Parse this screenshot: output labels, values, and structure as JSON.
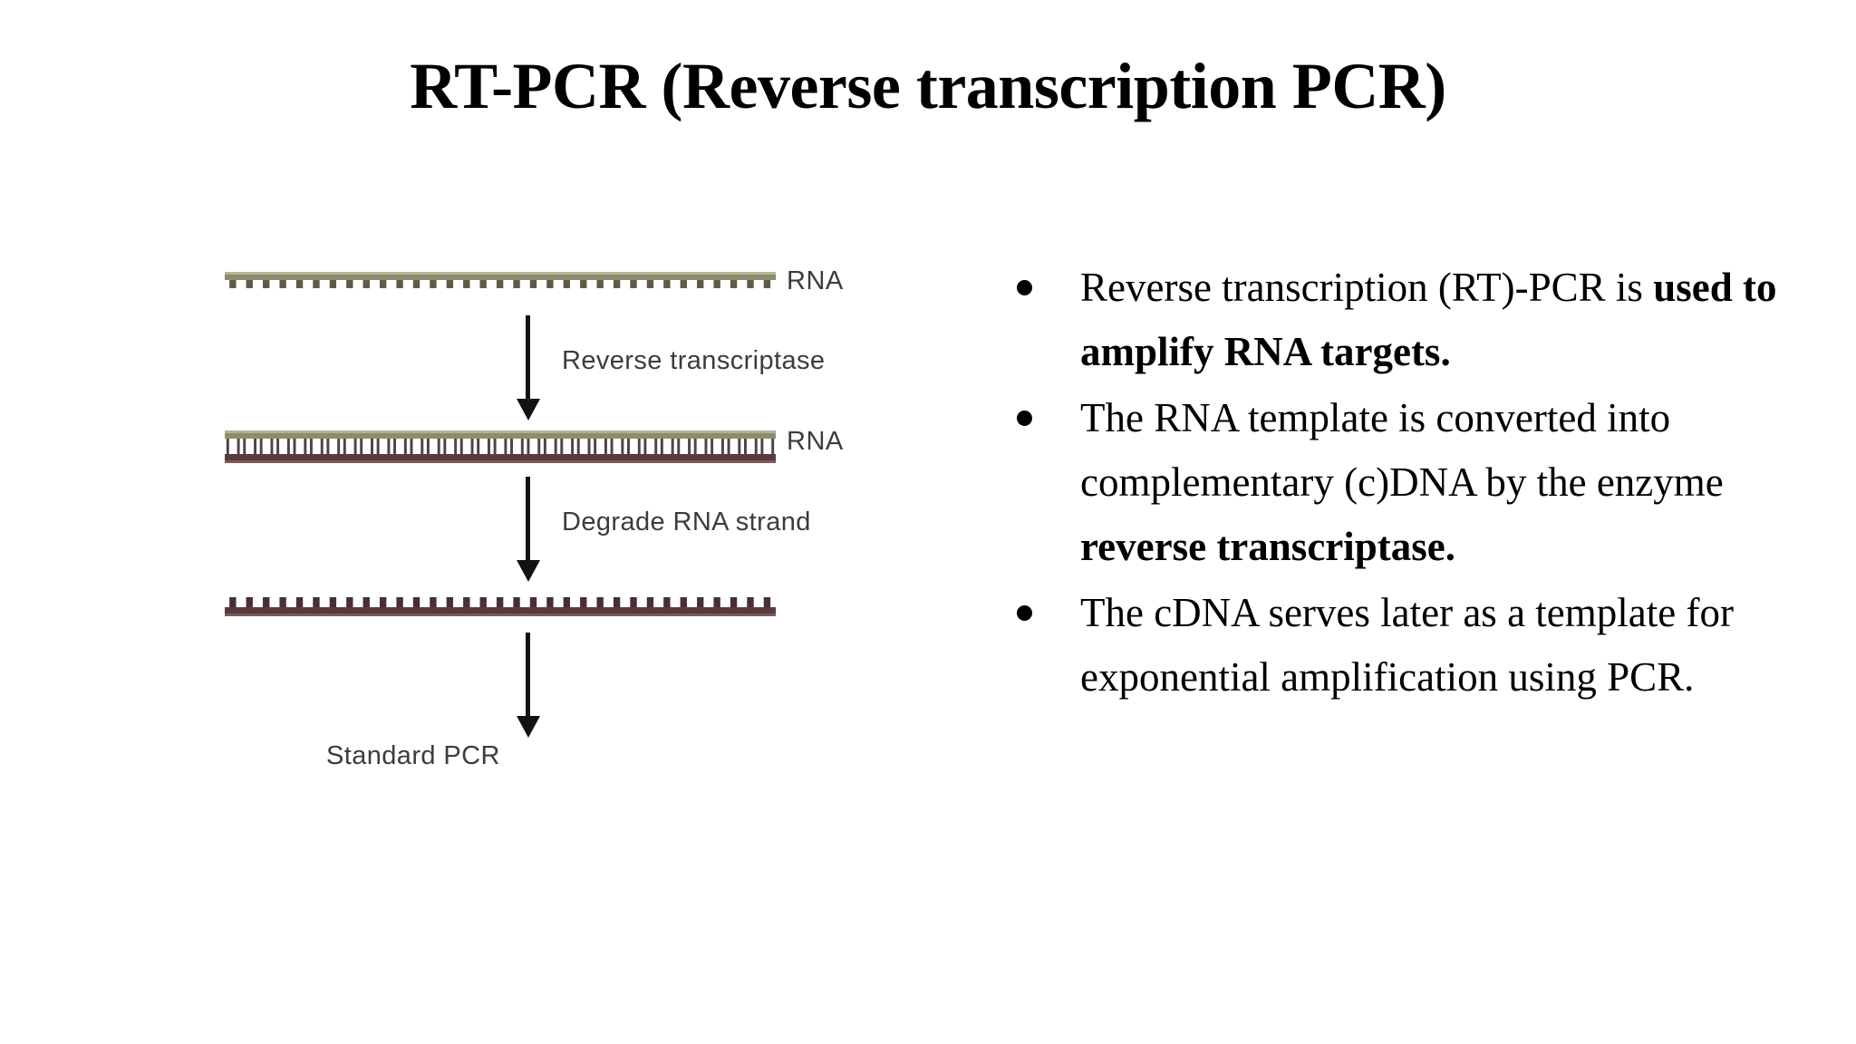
{
  "slide": {
    "title": "RT-PCR (Reverse transcription PCR)",
    "background_color": "#ffffff"
  },
  "figure": {
    "name": "rt-pcr-workflow-diagram",
    "colors": {
      "rna_strand": "#8d8d6e",
      "cdna_strand": "#5a3a3f",
      "arrow": "#121212",
      "label_text": "#3c3c3c"
    },
    "steps": [
      {
        "id": "rna-template",
        "type": "single-strand-rna",
        "label": "RNA",
        "label_position": "right"
      },
      {
        "id": "reverse-transcriptase-arrow",
        "type": "arrow",
        "label": "Reverse transcriptase"
      },
      {
        "id": "rna-cdna-hybrid",
        "type": "double-strand-hybrid",
        "label": "RNA",
        "label_position": "right"
      },
      {
        "id": "degrade-rna-arrow",
        "type": "arrow",
        "label": "Degrade RNA strand"
      },
      {
        "id": "cdna-single-strand",
        "type": "single-strand-cdna",
        "label": "",
        "label_position": "right"
      },
      {
        "id": "standard-pcr-arrow",
        "type": "arrow",
        "label": ""
      },
      {
        "id": "standard-pcr-outcome",
        "type": "terminal-label",
        "label": "Standard PCR"
      }
    ]
  },
  "bullets": {
    "marker": "filled-circle",
    "items": [
      {
        "id": "bullet-1",
        "segments": [
          {
            "text": "Reverse transcription (RT)-PCR is ",
            "bold": false
          },
          {
            "text": "used to amplify RNA targets.",
            "bold": true
          }
        ],
        "plain": "Reverse transcription (RT)-PCR is used to amplify RNA targets."
      },
      {
        "id": "bullet-2",
        "segments": [
          {
            "text": "The RNA template is converted into complementary (c)DNA by the enzyme ",
            "bold": false
          },
          {
            "text": "reverse transcriptase.",
            "bold": true
          }
        ],
        "plain": "The RNA template is converted into complementary (c)DNA by the enzyme reverse transcriptase."
      },
      {
        "id": "bullet-3",
        "segments": [
          {
            "text": "The cDNA serves later as a template for exponential amplification using PCR.",
            "bold": false
          }
        ],
        "plain": "The cDNA serves later as a template for exponential amplification using PCR."
      }
    ]
  }
}
